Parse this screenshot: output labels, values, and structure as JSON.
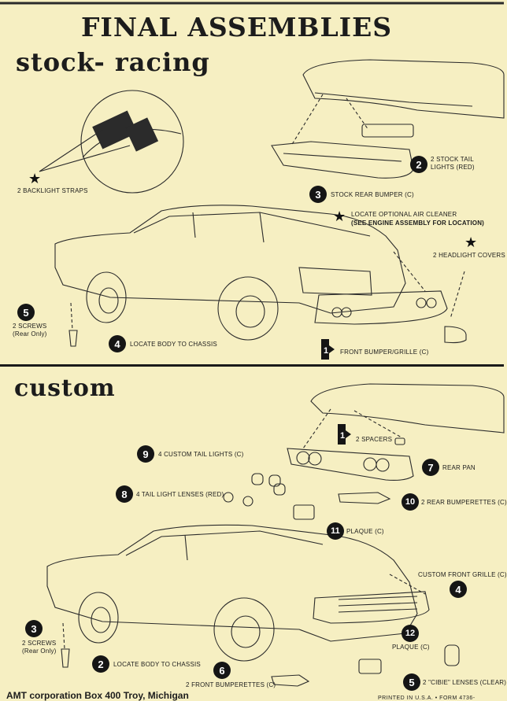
{
  "header": {
    "title": "FINAL ASSEMBLIES"
  },
  "stock_racing": {
    "heading": "stock- racing",
    "steps": [
      {
        "num": "1",
        "label": "FRONT BUMPER/GRILLE (C)"
      },
      {
        "num": "2",
        "label": "2 STOCK TAIL LIGHTS (Red)"
      },
      {
        "num": "3",
        "label": "STOCK REAR BUMPER (C)"
      },
      {
        "num": "4",
        "label": "LOCATE BODY TO CHASSIS"
      },
      {
        "num": "5",
        "label": "2 SCREWS (Rear Only)"
      }
    ],
    "starred": {
      "backlight": "2 BACKLIGHT STRAPS",
      "air_cleaner_1": "LOCATE OPTIONAL AIR CLEANER",
      "air_cleaner_2": "(See Engine Assembly for Location)",
      "headlight": "2 HEADLIGHT COVERS"
    }
  },
  "custom": {
    "heading": "custom",
    "steps": [
      {
        "num": "1",
        "label": "2 SPACERS"
      },
      {
        "num": "2",
        "label": "LOCATE BODY TO CHASSIS"
      },
      {
        "num": "3",
        "label": "2 SCREWS (Rear Only)"
      },
      {
        "num": "4",
        "label": "CUSTOM FRONT GRILLE (C)"
      },
      {
        "num": "5",
        "label": "2 \"CIBIE\" LENSES (Clear)"
      },
      {
        "num": "6",
        "label": "2 FRONT BUMPERETTES (C)"
      },
      {
        "num": "7",
        "label": "REAR PAN"
      },
      {
        "num": "8",
        "label": "4 TAIL LIGHT LENSES (Red)"
      },
      {
        "num": "9",
        "label": "4 CUSTOM TAIL LIGHTS (C)"
      },
      {
        "num": "10",
        "label": "2 REAR BUMPERETTES (C)"
      },
      {
        "num": "11",
        "label": "PLAQUE (C)"
      },
      {
        "num": "12",
        "label": "PLAQUE (C)"
      }
    ]
  },
  "footer": {
    "company": "AMT corporation Box 400 Troy, Michigan",
    "printed": "PRINTED IN U.S.A. • FORM 4736-"
  },
  "icons": {
    "step_badge": "filled-circle",
    "optional": "star-icon",
    "first_step": "bold-arrow-icon"
  }
}
